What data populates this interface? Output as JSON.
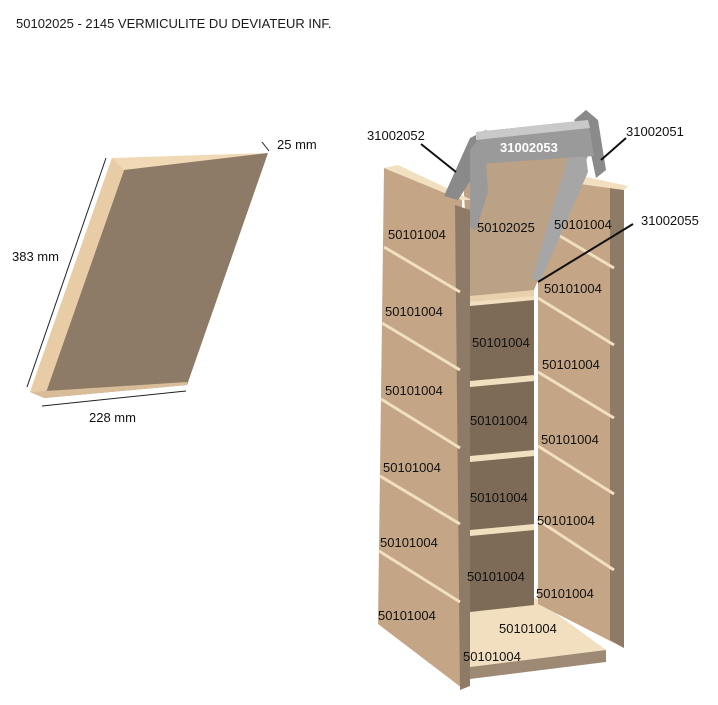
{
  "title": "50102025 - 2145 VERMICULITE DU DEVIATEUR INF.",
  "panel": {
    "height": "383 mm",
    "width": "228 mm",
    "thickness": "25 mm"
  },
  "parts": {
    "bracket_left": "31002052",
    "bracket_right": "31002051",
    "top_bar": "31002053",
    "small_bracket": "31002055",
    "deflector": "50102025"
  },
  "brick_code": "50101004",
  "colors": {
    "vermiculite_face": "#8e7b67",
    "vermiculite_edge": "#f1d9b6",
    "brick_face": "#c4a586",
    "brick_dark": "#7e6b57",
    "steel": "#9a9a9a"
  }
}
